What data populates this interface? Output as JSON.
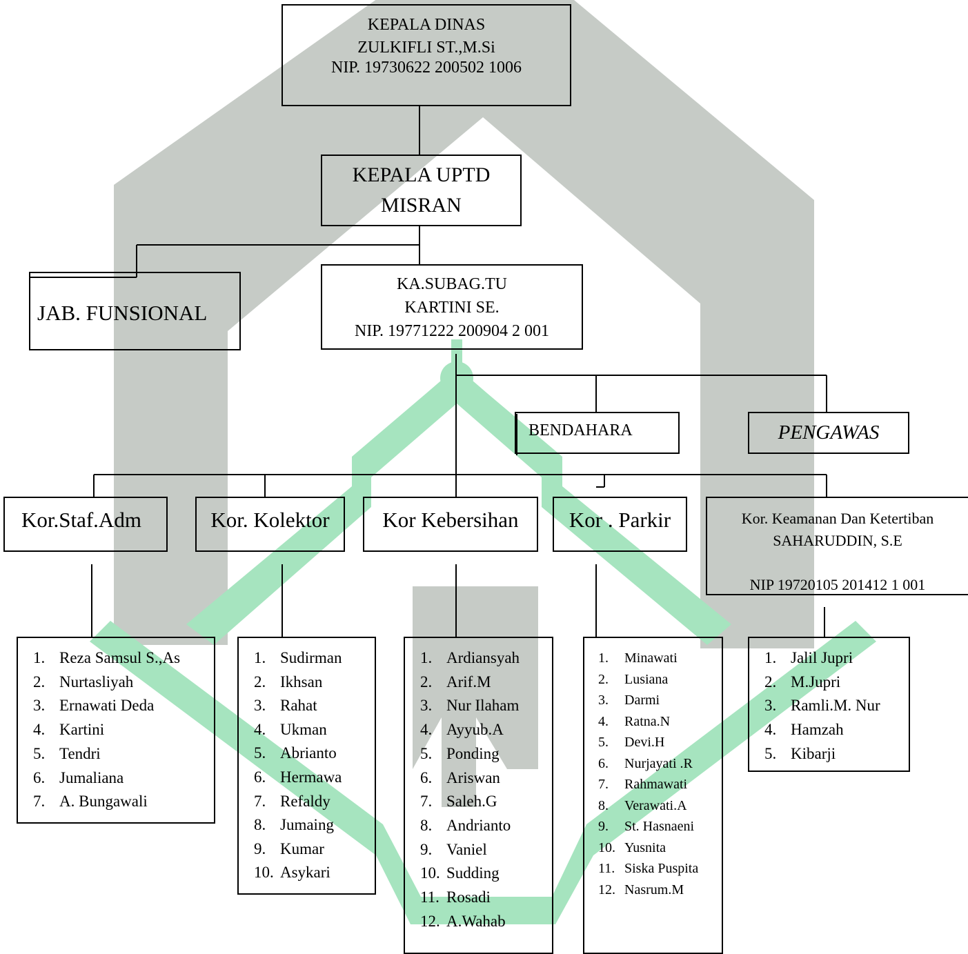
{
  "watermark": {
    "color_grey": "#c6cbc6",
    "color_green": "#a6e4bf"
  },
  "kepala_dinas": {
    "title": "KEPALA DINAS",
    "name": "ZULKIFLI ST.,M.Si",
    "nip": "NIP. 19730622 200502 1006"
  },
  "kepala_uptd": {
    "title": "KEPALA UPTD",
    "name": "MISRAN"
  },
  "jab_fungsional": {
    "label": "JAB. FUNSIONAL"
  },
  "kasubag": {
    "title": "KA.SUBAG.TU",
    "name": "KARTINI SE.",
    "nip": "NIP. 19771222 200904 2 001"
  },
  "bendahara": {
    "label": "BENDAHARA"
  },
  "pengawas": {
    "label": "PENGAWAS"
  },
  "koordinators": {
    "staf_adm": {
      "label": "Kor.Staf.Adm"
    },
    "kolektor": {
      "label": "Kor. Kolektor"
    },
    "kebersihan": {
      "label": "Kor Kebersihan"
    },
    "parkir": {
      "label": "Kor . Parkir"
    },
    "keamanan": {
      "title": "Kor. Keamanan Dan Ketertiban",
      "name": "SAHARUDDIN, S.E",
      "nip": "NIP 19720105 201412 1 001"
    }
  },
  "lists": {
    "staf_adm": [
      "Reza Samsul S.,As",
      "Nurtasliyah",
      "Ernawati Deda",
      "Kartini",
      "Tendri",
      "Jumaliana",
      "A. Bungawali"
    ],
    "kolektor": [
      "Sudirman",
      "Ikhsan",
      "Rahat",
      "Ukman",
      "Abrianto",
      "Hermawa",
      "Refaldy",
      "Jumaing",
      "Kumar",
      "Asykari"
    ],
    "kebersihan": [
      "Ardiansyah",
      "Arif.M",
      "Nur Ilaham",
      "Ayyub.A",
      "Ponding",
      "Ariswan",
      "Saleh.G",
      "Andrianto",
      "Vaniel",
      "Sudding",
      "Rosadi",
      "A.Wahab"
    ],
    "parkir": [
      "Minawati",
      "Lusiana",
      "Darmi",
      "Ratna.N",
      "Devi.H",
      "Nurjayati .R",
      "Rahmawati",
      "Verawati.A",
      "St. Hasnaeni",
      "Yusnita",
      "Siska Puspita",
      "Nasrum.M"
    ],
    "keamanan": [
      "Jalil Jupri",
      "M.Jupri",
      "Ramli.M. Nur",
      "Hamzah",
      "Kibarji"
    ]
  }
}
